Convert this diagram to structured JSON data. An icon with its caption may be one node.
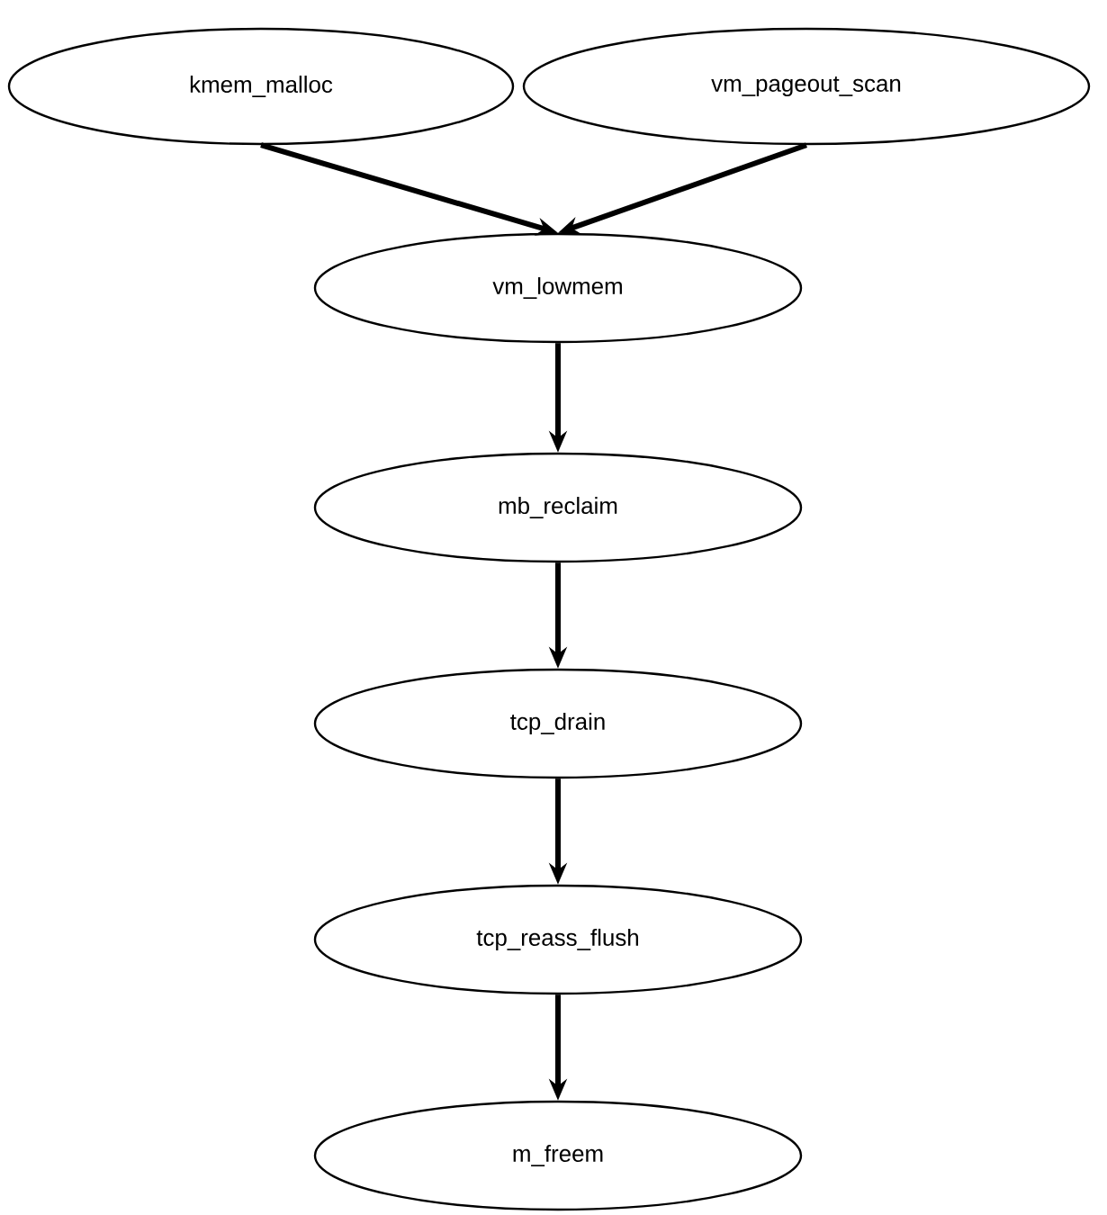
{
  "diagram": {
    "nodes": [
      {
        "text": [
          "kmem_malloc"
        ]
      },
      {
        "text": [
          "vm_pageout_scan"
        ]
      },
      {
        "text": [
          "vm_lowmem"
        ]
      },
      {
        "text": [
          "mb_reclaim"
        ]
      },
      {
        "text": [
          "tcp_drain"
        ]
      },
      {
        "text": [
          "tcp_reass_flush"
        ]
      },
      {
        "text": [
          "m_freem"
        ]
      }
    ],
    "edges": [
      {
        "from": 0,
        "to": 2,
        "arrow": "to"
      },
      {
        "from": 1,
        "to": 2,
        "arrow": "to"
      },
      {
        "from": 2,
        "to": 3,
        "arrow": "to"
      },
      {
        "from": 3,
        "to": 4,
        "arrow": "to"
      },
      {
        "from": 4,
        "to": 5,
        "arrow": "to"
      },
      {
        "from": 5,
        "to": 6,
        "arrow": "to"
      }
    ]
  }
}
